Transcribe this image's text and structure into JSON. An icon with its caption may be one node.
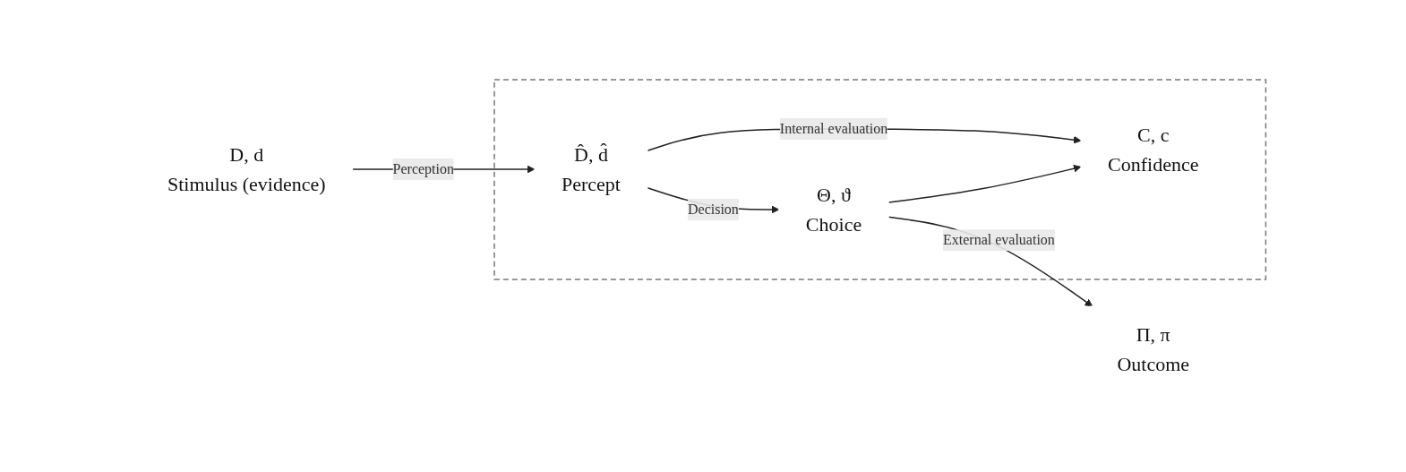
{
  "diagram": {
    "nodes": [
      {
        "text": [
          "D, d",
          "Stimulus (evidence)"
        ]
      },
      {
        "text": [],
        "shape": "box"
      },
      {
        "text": [
          "D̂, d̂",
          "Percept"
        ],
        "in": 1
      },
      {
        "text": [
          "Θ, ϑ",
          "Choice"
        ],
        "in": 1
      },
      {
        "text": [
          "C, c",
          "Confidence"
        ],
        "in": 1
      },
      {
        "text": [
          "Π, π",
          "Outcome"
        ]
      }
    ],
    "edges": [
      {
        "from": 0,
        "to": 2,
        "arrow": "to",
        "label": "Perception"
      },
      {
        "from": 2,
        "to": 3,
        "arrow": "to",
        "label": "Decision"
      },
      {
        "from": 3,
        "to": 5,
        "arrow": "to",
        "label": "External evaluation"
      },
      {
        "from": 2,
        "to": 4,
        "arrow": "to",
        "label": "Internal evaluation"
      },
      {
        "from": 3,
        "to": 4,
        "arrow": "to"
      }
    ]
  }
}
